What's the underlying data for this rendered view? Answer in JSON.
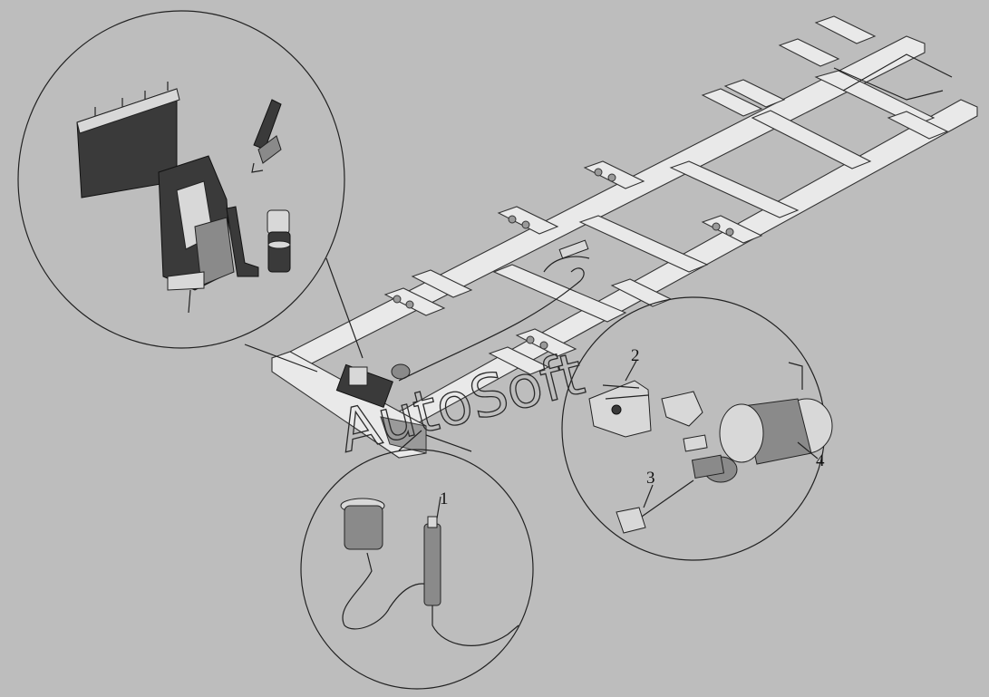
{
  "diagram": {
    "watermark": "AutoSoft",
    "callouts": [
      {
        "id": "1",
        "label": "1"
      },
      {
        "id": "2",
        "label": "2"
      },
      {
        "id": "3",
        "label": "3"
      },
      {
        "id": "4",
        "label": "4"
      }
    ],
    "colors": {
      "background": "#bdbdbd",
      "frame": "#e9e9e9",
      "outline": "#222222"
    }
  }
}
